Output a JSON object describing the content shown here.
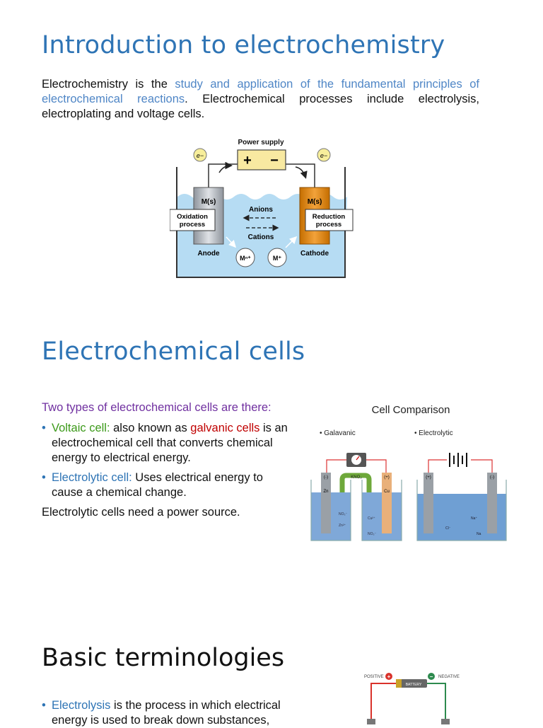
{
  "section1": {
    "title": "Introduction to electrochemistry",
    "para_start": "Electrochemistry is the ",
    "para_link": "study and application of the fundamental principles of electrochemical reactions",
    "para_end": ". Electrochemical processes include electrolysis, electroplating and voltage cells.",
    "diagram": {
      "power_supply": "Power supply",
      "plus": "+",
      "minus": "−",
      "electron": "e−",
      "left_electrode": "M(s)",
      "right_electrode": "M(s)",
      "oxidation_line1": "Oxidation",
      "oxidation_line2": "process",
      "reduction_line1": "Reduction",
      "reduction_line2": "process",
      "anions": "Anions",
      "cations": "Cations",
      "anode": "Anode",
      "cathode": "Cathode",
      "ion_left": "Mⁿ⁺",
      "ion_right": "M⁺"
    }
  },
  "section2": {
    "title": "Electrochemical cells",
    "intro": "Two types of electrochemical cells are there:",
    "bullet1_term": "Voltaic cell:",
    "bullet1_mid": " also known as ",
    "bullet1_red": "galvanic cells",
    "bullet1_rest": " is an electrochemical cell that converts chemical energy to electrical energy.",
    "bullet2_term": "Electrolytic cell:",
    "bullet2_rest": " Uses electrical energy to cause a chemical change.",
    "note": "Electrolytic cells need a power source.",
    "comparison": {
      "title": "Cell Comparison",
      "left_label": "Galavanic",
      "right_label": "Electrolytic",
      "g_minus": "(-)",
      "g_plus": "(+)",
      "zn": "Zn",
      "cu": "Cu",
      "kno3": "KNO₃",
      "no3_a": "NO₃⁻",
      "zn2": "Zn²⁺",
      "cu2": "Cu²⁺",
      "no3_b": "NO₃⁻",
      "e_plus": "(+)",
      "e_minus": "(-)",
      "na": "Na⁺",
      "cl": "Cl⁻",
      "na_b": "Na"
    }
  },
  "section3": {
    "title": "Basic terminologies",
    "bullet1_term": "Electrolysis",
    "bullet1_rest": " is the process in which electrical energy is used to break down substances,",
    "figure": {
      "positive": "POSITIVE",
      "battery": "BATTERY",
      "negative": "NEGATIVE"
    }
  },
  "colors": {
    "heading_blue": "#2e74b5",
    "link_blue": "#4f86c6",
    "intro_purple": "#7030a0",
    "term_green": "#3c9a1a",
    "term_red": "#c00000",
    "solution_blue": "#a9d3ef",
    "cathode_orange": "#e08a10",
    "anode_gray": "#b9bec6"
  }
}
